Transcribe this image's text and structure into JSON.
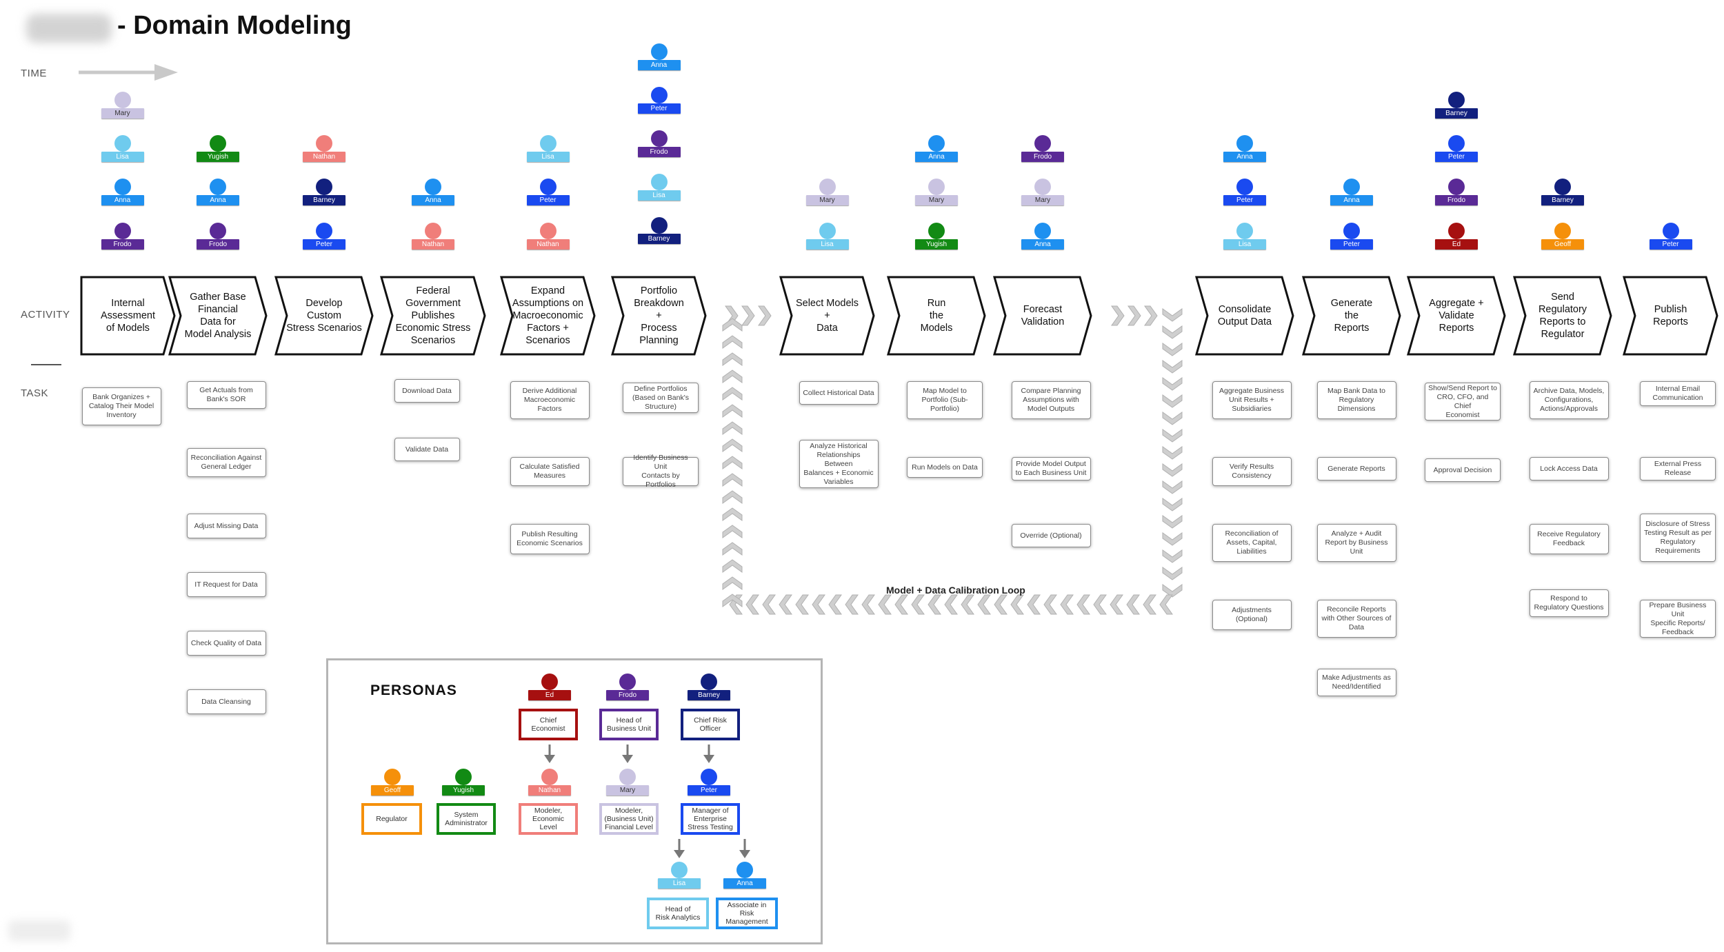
{
  "title": "- Domain Modeling",
  "row_labels": {
    "time": "TIME",
    "activity": "ACTIVITY",
    "task": "TASK"
  },
  "colors": {
    "Mary": "#c9c3e1",
    "Lisa": "#6fcbee",
    "Anna": "#1e90f0",
    "Frodo": "#5a2a96",
    "Yugish": "#128a14",
    "Nathan": "#f07e7a",
    "Barney": "#12207e",
    "Peter": "#1a4af0",
    "Ed": "#a61010",
    "Geoff": "#f5900a"
  },
  "columns": [
    {
      "activity": "Internal\nAssessment\nof Models",
      "people": [
        "Mary",
        "Lisa",
        "Anna",
        "Frodo"
      ],
      "tasks": [
        "Bank Organizes +\nCatalog Their Model\nInventory"
      ]
    },
    {
      "activity": "Gather Base\nFinancial\nData for\nModel Analysis",
      "people": [
        "Yugish",
        "Anna",
        "Frodo"
      ],
      "tasks": [
        "Get Actuals from\nBank's SOR",
        "Reconciliation Against\nGeneral Ledger",
        "Adjust Missing Data",
        "IT Request for Data",
        "Check Quality of Data",
        "Data Cleansing"
      ]
    },
    {
      "activity": "Develop\nCustom\nStress Scenarios",
      "people": [
        "Nathan",
        "Barney",
        "Peter"
      ],
      "tasks": []
    },
    {
      "activity": "Federal\nGovernment\nPublishes\nEconomic Stress\nScenarios",
      "people": [
        "Anna",
        "Nathan"
      ],
      "tasks": [
        "Download Data",
        "Validate Data"
      ]
    },
    {
      "activity": "Expand\nAssumptions on\nMacroeconomic\nFactors +\nScenarios",
      "people": [
        "Lisa",
        "Peter",
        "Nathan"
      ],
      "tasks": [
        "Derive Additional\nMacroeconomic\nFactors",
        "Calculate Satisfied\nMeasures",
        "Publish Resulting\nEconomic Scenarios"
      ]
    },
    {
      "activity": "Portfolio\nBreakdown\n+\nProcess\nPlanning",
      "people": [
        "Anna",
        "Peter",
        "Frodo",
        "Lisa",
        "Barney"
      ],
      "tasks": [
        "Define Portfolios\n(Based on Bank's\nStructure)",
        "Identify Business Unit\nContacts by Portfolios"
      ]
    },
    {
      "activity": "Select Models\n+\nData",
      "people": [
        "Mary",
        "Lisa"
      ],
      "tasks": [
        "Collect Historical Data",
        "Analyze Historical\nRelationships Between\nBalances + Economic\nVariables"
      ]
    },
    {
      "activity": "Run\nthe\nModels",
      "people": [
        "Anna",
        "Mary",
        "Yugish"
      ],
      "tasks": [
        "Map Model to\nPortfolio (Sub-\nPortfolio)",
        "Run Models on Data"
      ]
    },
    {
      "activity": "Forecast\nValidation",
      "people": [
        "Frodo",
        "Mary",
        "Anna"
      ],
      "tasks": [
        "Compare Planning\nAssumptions with\nModel Outputs",
        "Provide Model Output\nto Each Business Unit",
        "Override (Optional)"
      ]
    },
    {
      "activity": "Consolidate\nOutput Data",
      "people": [
        "Anna",
        "Peter",
        "Lisa"
      ],
      "tasks": [
        "Aggregate Business\nUnit Results +\nSubsidiaries",
        "Verify Results\nConsistency",
        "Reconciliation of\nAssets, Capital,\nLiabilities",
        "Adjustments\n(Optional)"
      ]
    },
    {
      "activity": "Generate\nthe\nReports",
      "people": [
        "Anna",
        "Peter"
      ],
      "tasks": [
        "Map Bank Data to\nRegulatory\nDimensions",
        "Generate Reports",
        "Analyze + Audit\nReport by Business\nUnit",
        "Reconcile Reports\nwith Other Sources of\nData",
        "Make Adjustments as\nNeed/Identified"
      ]
    },
    {
      "activity": "Aggregate +\nValidate\nReports",
      "people": [
        "Barney",
        "Peter",
        "Frodo",
        "Ed"
      ],
      "tasks": [
        "Show/Send Report to\nCRO, CFO, and Chief\nEconomist",
        "Approval Decision"
      ]
    },
    {
      "activity": "Send\nRegulatory\nReports to\nRegulator",
      "people": [
        "Barney",
        "Geoff"
      ],
      "tasks": [
        "Archive Data, Models,\nConfigurations,\nActions/Approvals",
        "Lock Access Data",
        "Receive Regulatory\nFeedback",
        "Respond to\nRegulatory Questions"
      ]
    },
    {
      "activity": "Publish\nReports",
      "people": [
        "Peter"
      ],
      "tasks": [
        "Internal Email\nCommunication",
        "External Press Release",
        "Disclosure of Stress\nTesting Result as per\nRegulatory\nRequirements",
        "Prepare Business Unit\nSpecific Reports/\nFeedback"
      ]
    }
  ],
  "loop_label": "Model + Data Calibration Loop",
  "personas": {
    "title": "PERSONAS",
    "entries": [
      {
        "name": "Geoff",
        "role": "Regulator"
      },
      {
        "name": "Yugish",
        "role": "System\nAdministrator"
      },
      {
        "name": "Ed",
        "role": "Chief Economist"
      },
      {
        "name": "Nathan",
        "role": "Modeler,\nEconomic Level"
      },
      {
        "name": "Frodo",
        "role": "Head of\nBusiness Unit"
      },
      {
        "name": "Mary",
        "role": "Modeler,\n(Business Unit)\nFinancial Level"
      },
      {
        "name": "Barney",
        "role": "Chief Risk\nOfficer"
      },
      {
        "name": "Peter",
        "role": "Manager of\nEnterprise\nStress Testing"
      },
      {
        "name": "Lisa",
        "role": "Head of\nRisk Analytics"
      },
      {
        "name": "Anna",
        "role": "Associate in\nRisk\nManagement"
      }
    ]
  }
}
